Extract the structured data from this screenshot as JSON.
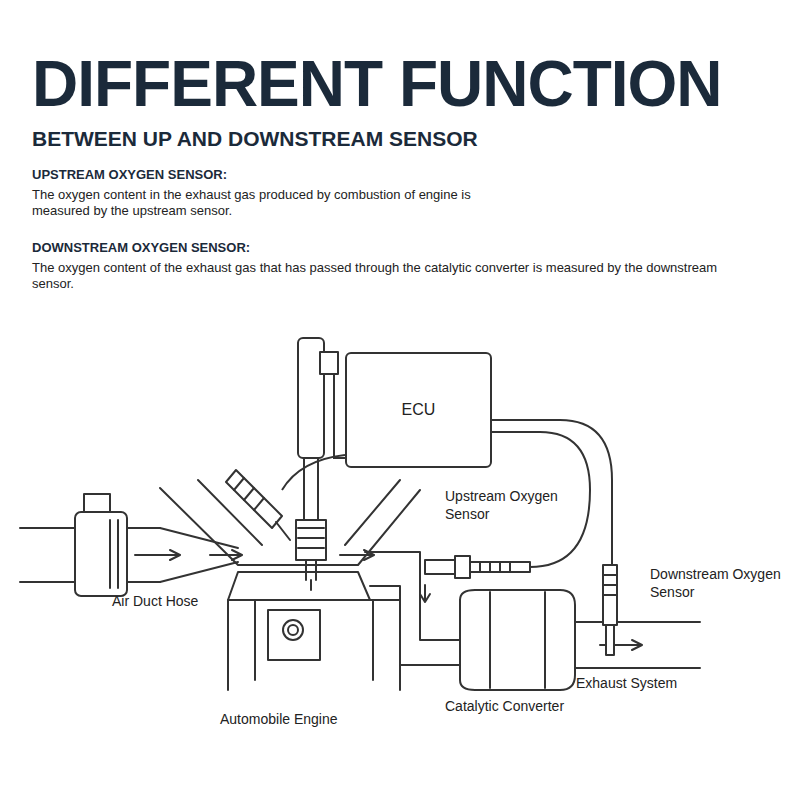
{
  "diagram": {
    "title": "DIFFERENT FUNCTION",
    "nodes": [
      {
        "text": [
          "ECU"
        ]
      }
    ],
    "labels": [
      "BETWEEN UP AND DOWNSTREAM SENSOR",
      "UPSTREAM OXYGEN SENSOR:",
      "The oxygen content in the exhaust gas produced by combustion of engine is measured by the upstream sensor.",
      "DOWNSTREAM OXYGEN SENSOR:",
      "The oxygen content of the exhaust gas that has passed through the catalytic converter is measured by the downstream sensor.",
      "Upstream Oxygen Sensor",
      "Downstream Oxygen Sensor",
      "Air Duct Hose",
      "Automobile Engine",
      "Catalytic Converter",
      "Exhaust System"
    ]
  }
}
